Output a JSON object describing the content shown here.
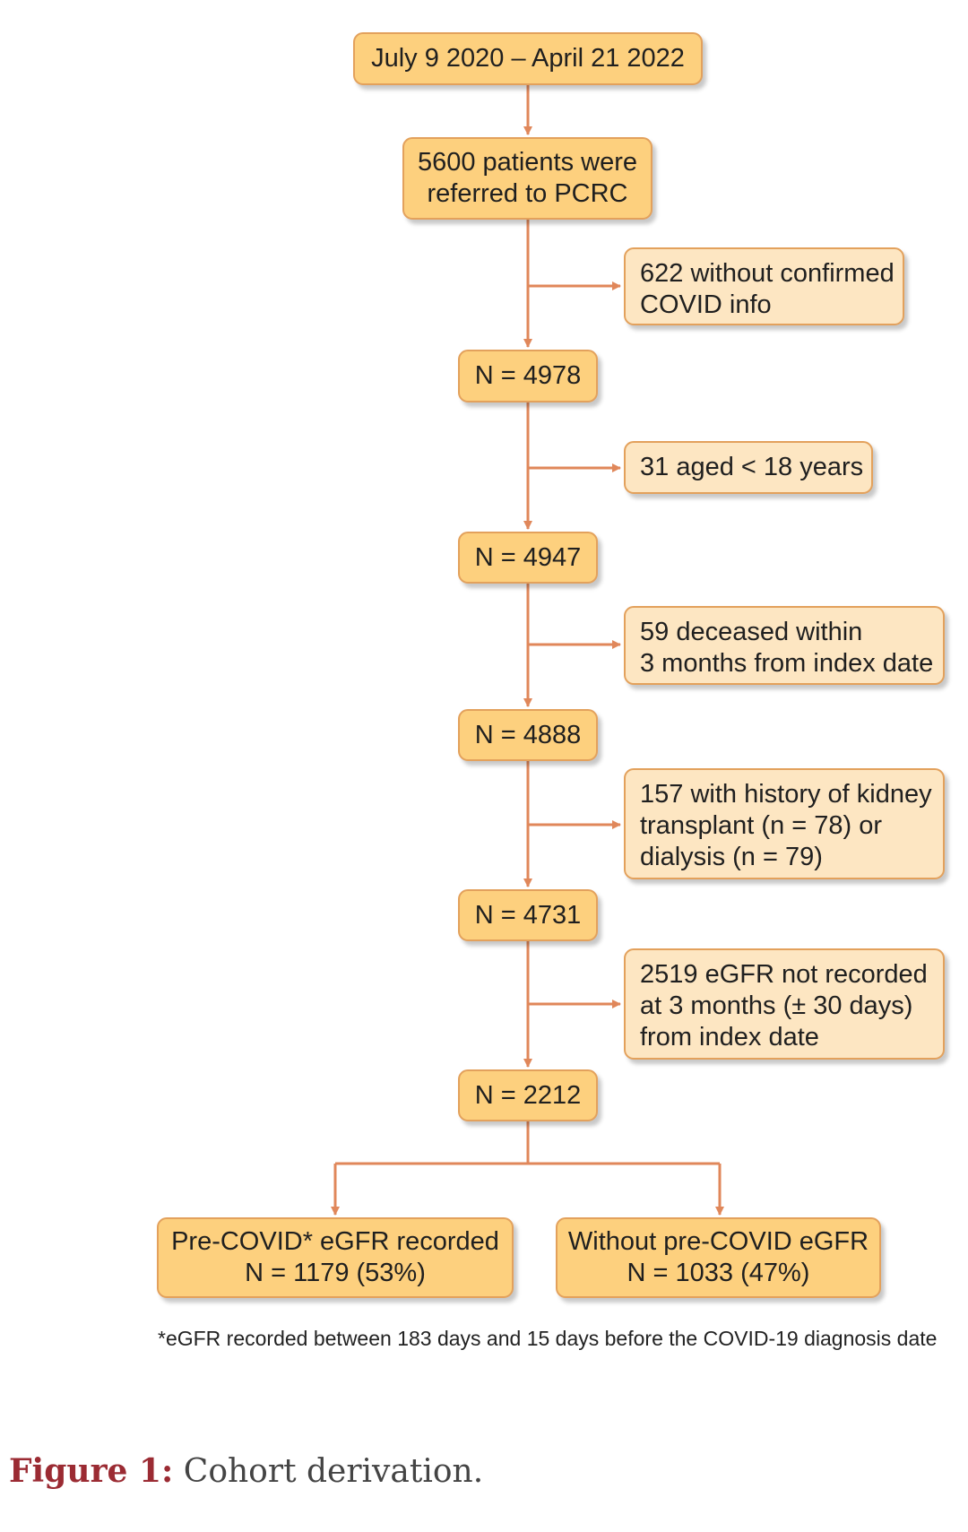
{
  "flowchart": {
    "date_range": "July 9 2020 – April 21 2022",
    "referred": [
      "5600 patients were",
      "referred to PCRC"
    ],
    "counts": {
      "n1": "N = 4978",
      "n2": "N = 4947",
      "n3": "N = 4888",
      "n4": "N = 4731",
      "n5": "N = 2212"
    },
    "exclusions": {
      "e1": [
        "622 without confirmed",
        "COVID info"
      ],
      "e2": [
        "31 aged < 18 years"
      ],
      "e3": [
        "59 deceased within",
        "3 months from index date"
      ],
      "e4": [
        "157 with history of kidney",
        "transplant (n = 78) or",
        "dialysis (n = 79)"
      ],
      "e5": [
        "2519 eGFR not recorded",
        "at 3 months (± 30 days)",
        "from index date"
      ]
    },
    "groups": {
      "left": [
        "Pre-COVID* eGFR recorded",
        "N = 1179 (53%)"
      ],
      "right": [
        "Without pre-COVID eGFR",
        "N = 1033 (47%)"
      ]
    },
    "footnote": "*eGFR recorded between 183 days and 15 days before the COVID-19 diagnosis date"
  },
  "caption": {
    "label": "Figure 1:",
    "text": "Cohort derivation."
  },
  "colors": {
    "main_box_fill": "#fdd07e",
    "side_box_fill": "#fde6c2",
    "box_border": "#e3a15c",
    "arrow": "#e0875a",
    "caption_label": "#9b2b33"
  }
}
